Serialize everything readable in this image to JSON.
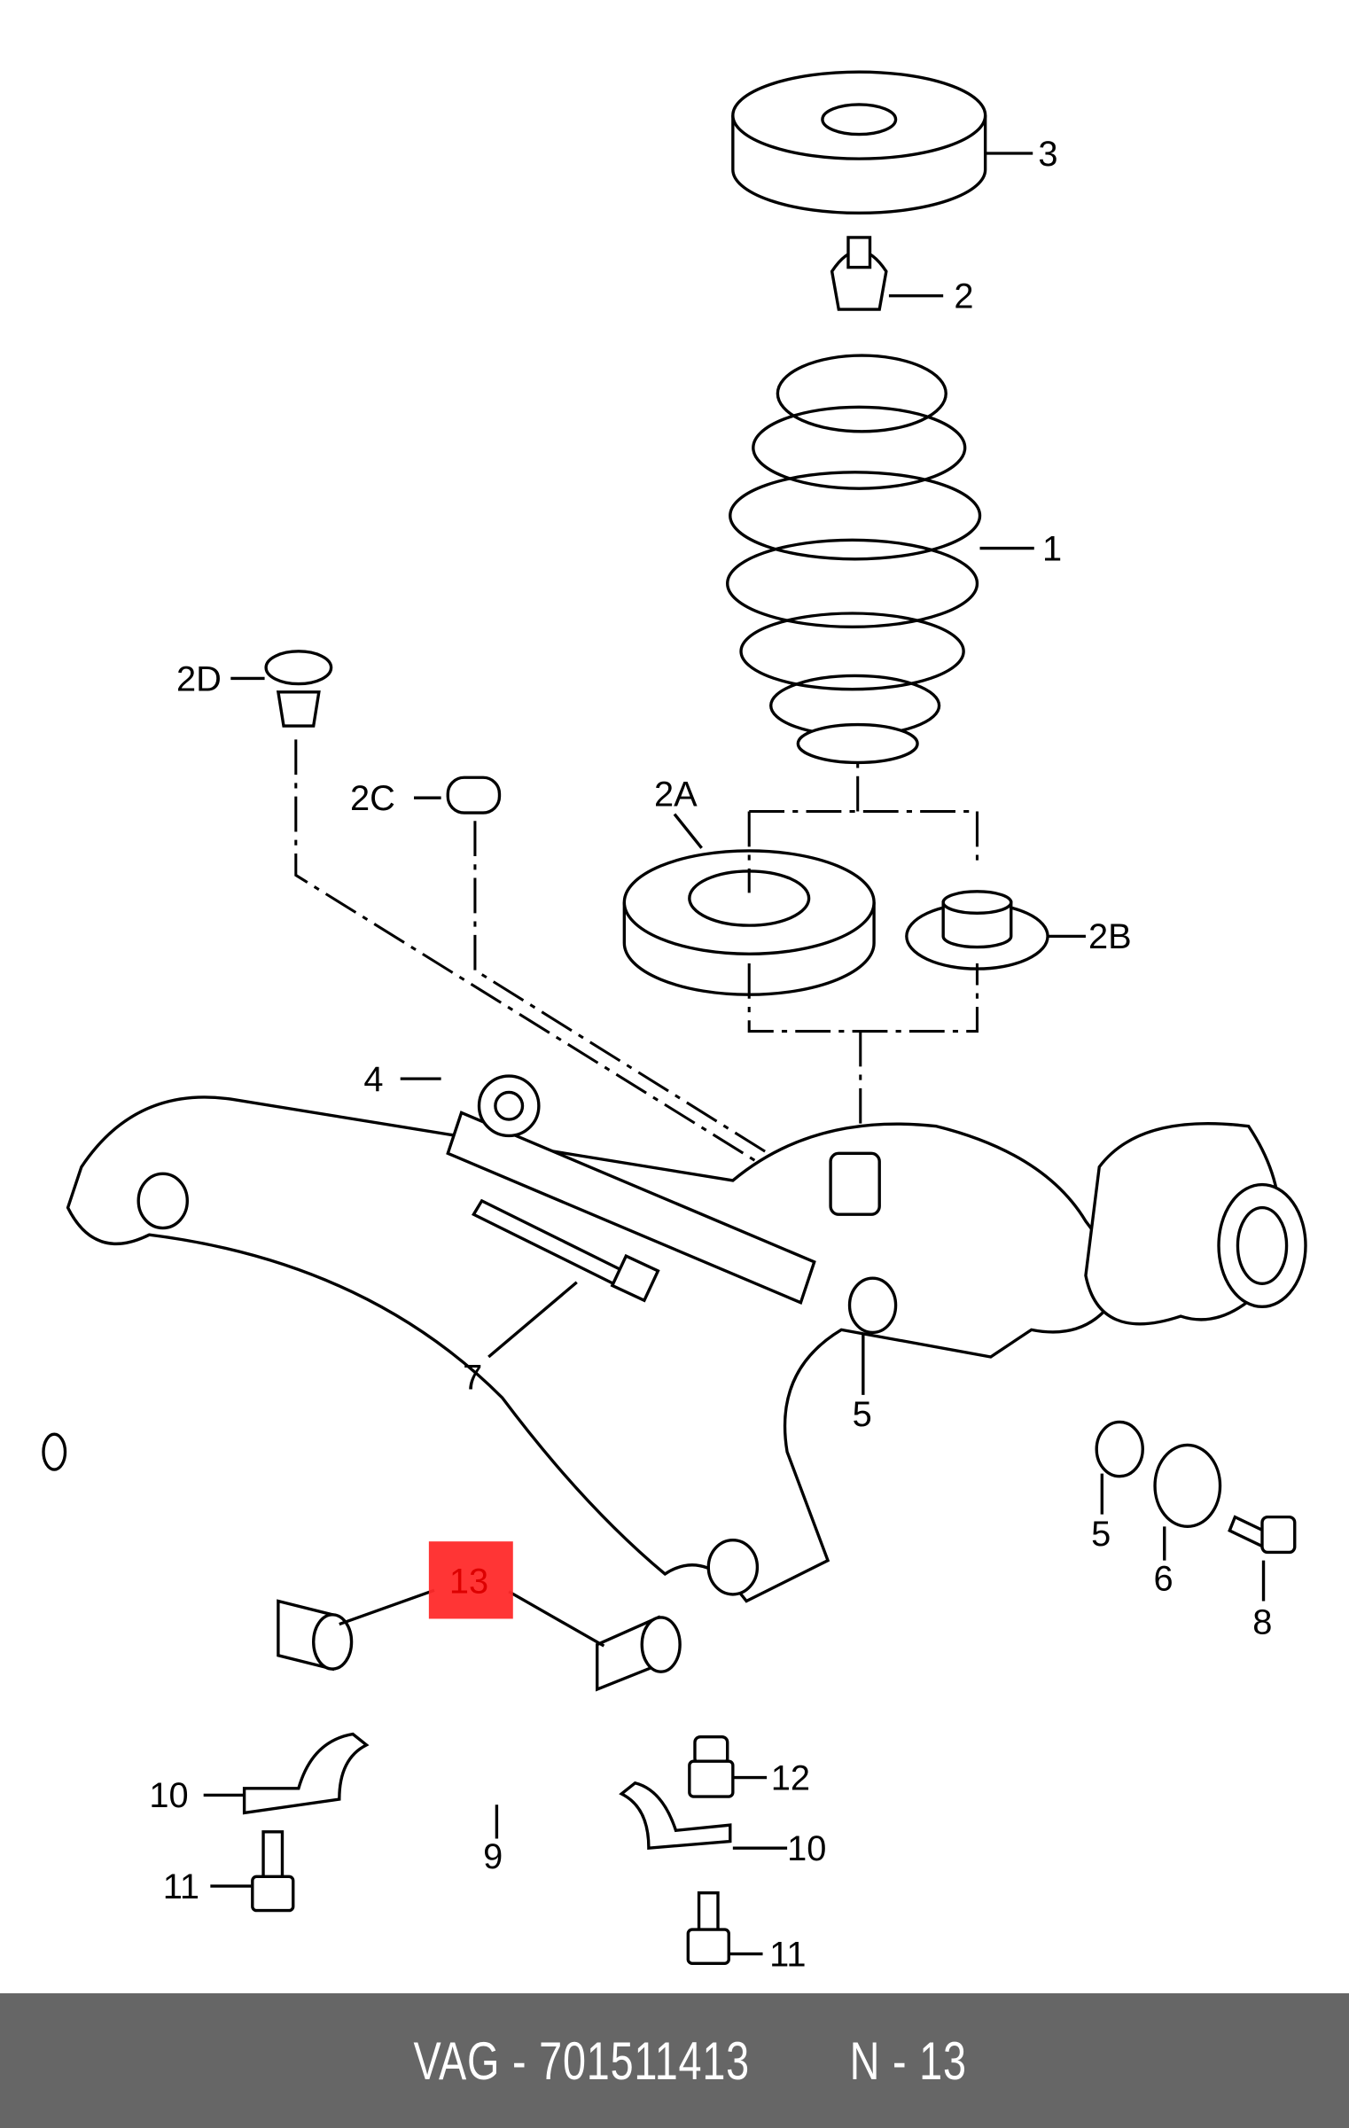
{
  "labels": {
    "p1": "1",
    "p2": "2",
    "p3": "3",
    "p2a": "2A",
    "p2b": "2B",
    "p2c": "2C",
    "p2d": "2D",
    "p4": "4",
    "p5a": "5",
    "p5b": "5",
    "p6": "6",
    "p7": "7",
    "p8": "8",
    "p9": "9",
    "p10a": "10",
    "p10b": "10",
    "p11a": "11",
    "p11b": "11",
    "p12": "12",
    "p13": "13"
  },
  "highlight": {
    "part": "13",
    "color": "#ff2a2a"
  },
  "footer": {
    "brand_part": "VAG - 701511413",
    "position": "N - 13"
  },
  "colors": {
    "footer_bg": "#666666",
    "footer_text": "#ffffff"
  }
}
